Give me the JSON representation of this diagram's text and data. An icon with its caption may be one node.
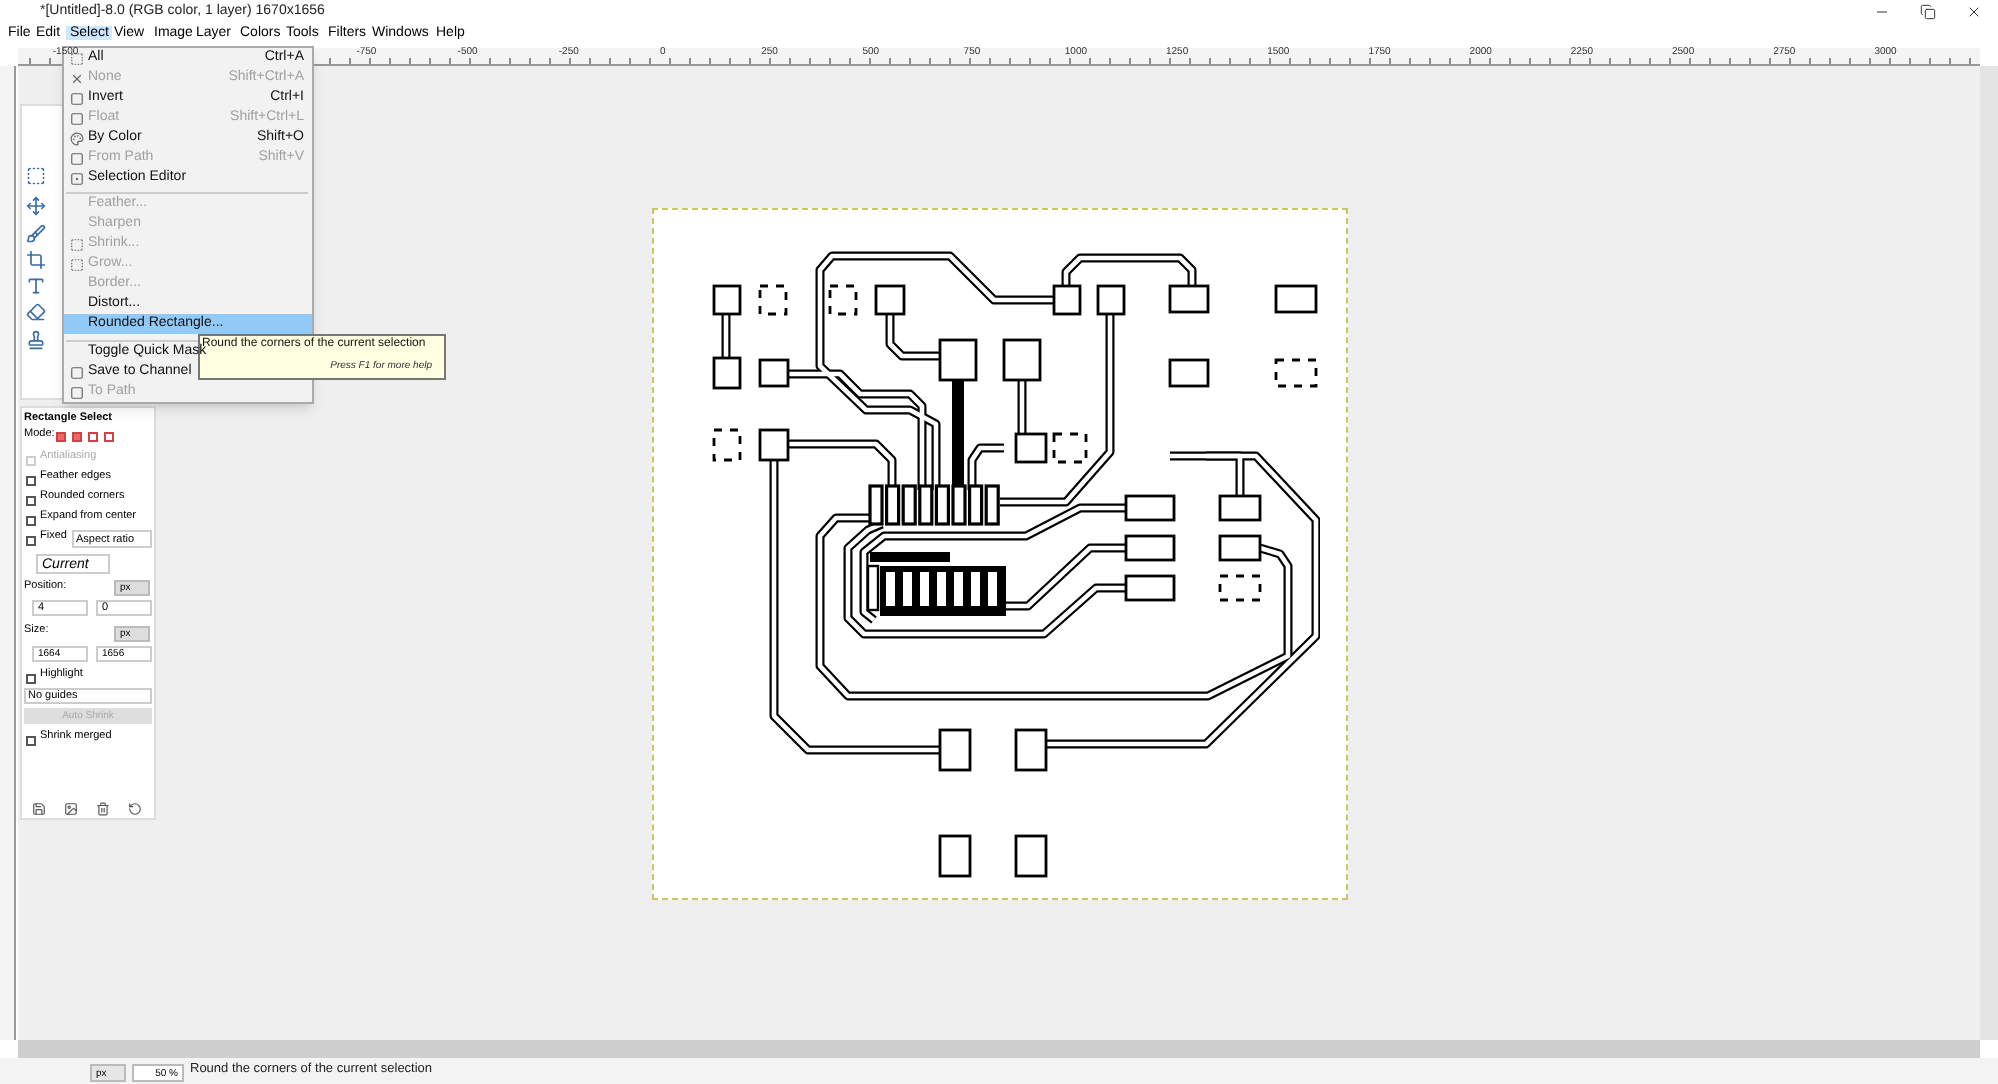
{
  "diagram": {
    "title": "*[Untitled]-8.0 (RGB color, 1 layer) 1670x1656",
    "labels": [
      "File",
      "Edit",
      "Select",
      "View",
      "Image",
      "Layer",
      "Colors",
      "Tools",
      "Filters",
      "Windows",
      "Help",
      "All",
      "Ctrl+A",
      "None",
      "Shift+Ctrl+A",
      "Invert",
      "Ctrl+I",
      "Float",
      "Shift+Ctrl+L",
      "By Color",
      "Shift+O",
      "From Path",
      "Shift+V",
      "Selection Editor",
      "Feather...",
      "Sharpen",
      "Shrink...",
      "Grow...",
      "Border...",
      "Distort...",
      "Rounded Rectangle...",
      "Toggle Quick Mask",
      "Save to Channel",
      "To Path",
      "Round the corners of the current selection",
      "Press F1 for more help",
      "-1500",
      "-750",
      "-500",
      "-250",
      "0",
      "250",
      "500",
      "750",
      "1000",
      "1250",
      "1500",
      "1750",
      "2000",
      "2250",
      "2500",
      "2750",
      "3000",
      "Rectangle Select",
      "Mode:",
      "Antialiasing",
      "Feather edges",
      "Rounded corners",
      "Expand from center",
      "Fixed",
      "Aspect ratio",
      "Current",
      "Position:",
      "px",
      "4",
      "0",
      "Size:",
      "px",
      "1664",
      "1656",
      "Highlight",
      "No guides",
      "Auto Shrink",
      "Shrink merged",
      "px",
      "50 %",
      "Round the corners of the current selection"
    ]
  }
}
